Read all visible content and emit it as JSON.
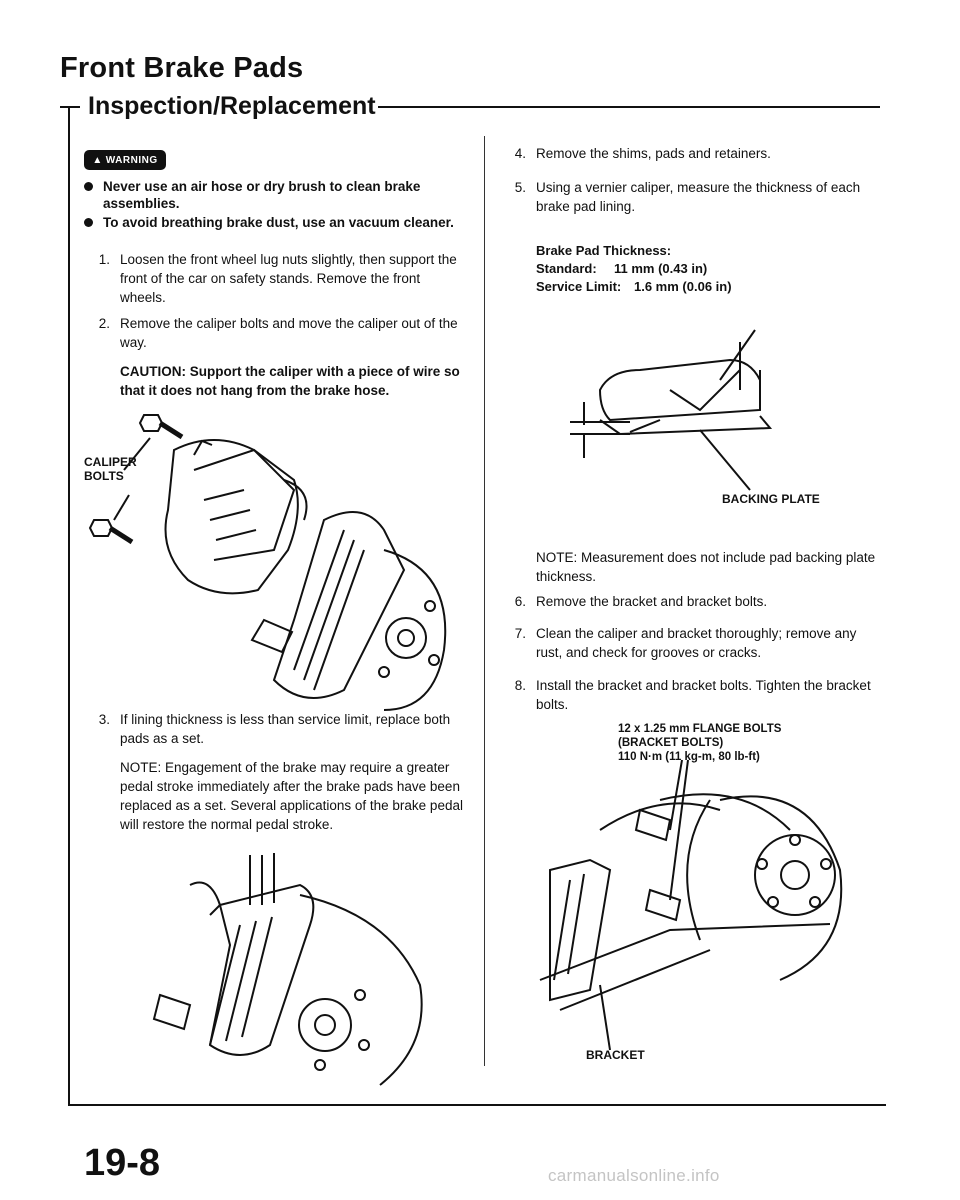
{
  "header": {
    "title": "Front Brake Pads",
    "section": "Inspection/Replacement"
  },
  "warning": {
    "badge": "WARNING",
    "icon": "warning-triangle-icon",
    "bullets": [
      "Never use an air hose or dry brush to clean brake assemblies.",
      "To avoid breathing brake dust, use an vacuum cleaner."
    ]
  },
  "left": {
    "step1": {
      "num": "1.",
      "text": "Loosen the front wheel lug nuts slightly, then support the front of the car on safety stands. Remove the front wheels."
    },
    "step2": {
      "num": "2.",
      "text": "Remove the caliper bolts and move the caliper out of the way."
    },
    "caution": "CAUTION: Support the caliper with a piece of wire so that it does not hang from the brake hose.",
    "fig1_label": "CALIPER BOLTS",
    "step3": {
      "num": "3.",
      "text": "If lining thickness is less than service limit, replace both pads as a set."
    },
    "note": "NOTE: Engagement of the brake may require a greater pedal stroke immediately after the brake pads have been replaced as a set. Several applications of the brake pedal will restore the normal pedal stroke."
  },
  "right": {
    "step4": {
      "num": "4.",
      "text": "Remove the shims, pads and retainers."
    },
    "step5": {
      "num": "5.",
      "text": "Using a vernier caliper, measure the thickness of each brake pad lining."
    },
    "spec": {
      "title": "Brake Pad Thickness:",
      "standard_label": "Standard:",
      "standard_value": "11 mm (0.43 in)",
      "limit_label": "Service Limit:",
      "limit_value": "1.6 mm (0.06 in)"
    },
    "fig_label": "BACKING PLATE",
    "note": "NOTE: Measurement does not include pad backing plate thickness.",
    "step6": {
      "num": "6.",
      "text": "Remove the bracket and bracket bolts."
    },
    "step7": {
      "num": "7.",
      "text": "Clean the caliper and bracket thoroughly; remove any rust, and check for grooves or cracks."
    },
    "step8": {
      "num": "8.",
      "text": "Install the bracket and bracket bolts. Tighten the bracket bolts."
    },
    "torque": {
      "line1": "12 x 1.25 mm FLANGE BOLTS",
      "line2": "(BRACKET BOLTS)",
      "line3": "110 N·m (11 kg-m, 80 lb-ft)"
    },
    "bracket_label": "BRACKET"
  },
  "footer": {
    "page_number": "19-8",
    "watermark": "carmanualsonline.info"
  }
}
